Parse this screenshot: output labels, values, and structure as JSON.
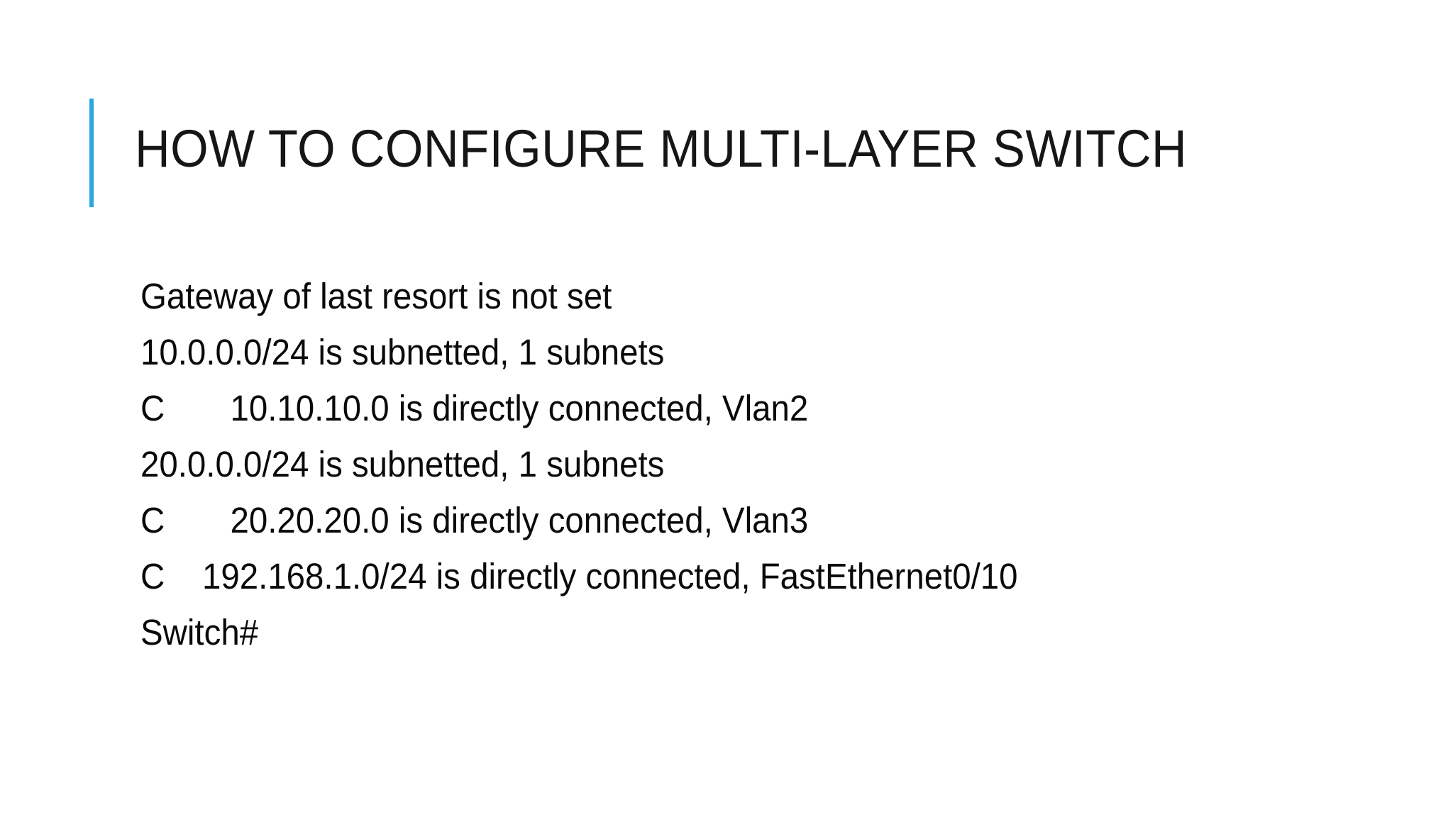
{
  "slide": {
    "title": "HOW TO CONFIGURE MULTI-LAYER SWITCH",
    "accent_color": "#2BA7DF",
    "background_color": "#FFFFFF",
    "console_lines": [
      "Gateway of last resort is not set",
      "10.0.0.0/24 is subnetted, 1 subnets",
      "C       10.10.10.0 is directly connected, Vlan2",
      "20.0.0.0/24 is subnetted, 1 subnets",
      "C       20.20.20.0 is directly connected, Vlan3",
      "C    192.168.1.0/24 is directly connected, FastEthernet0/10",
      "Switch#"
    ]
  }
}
